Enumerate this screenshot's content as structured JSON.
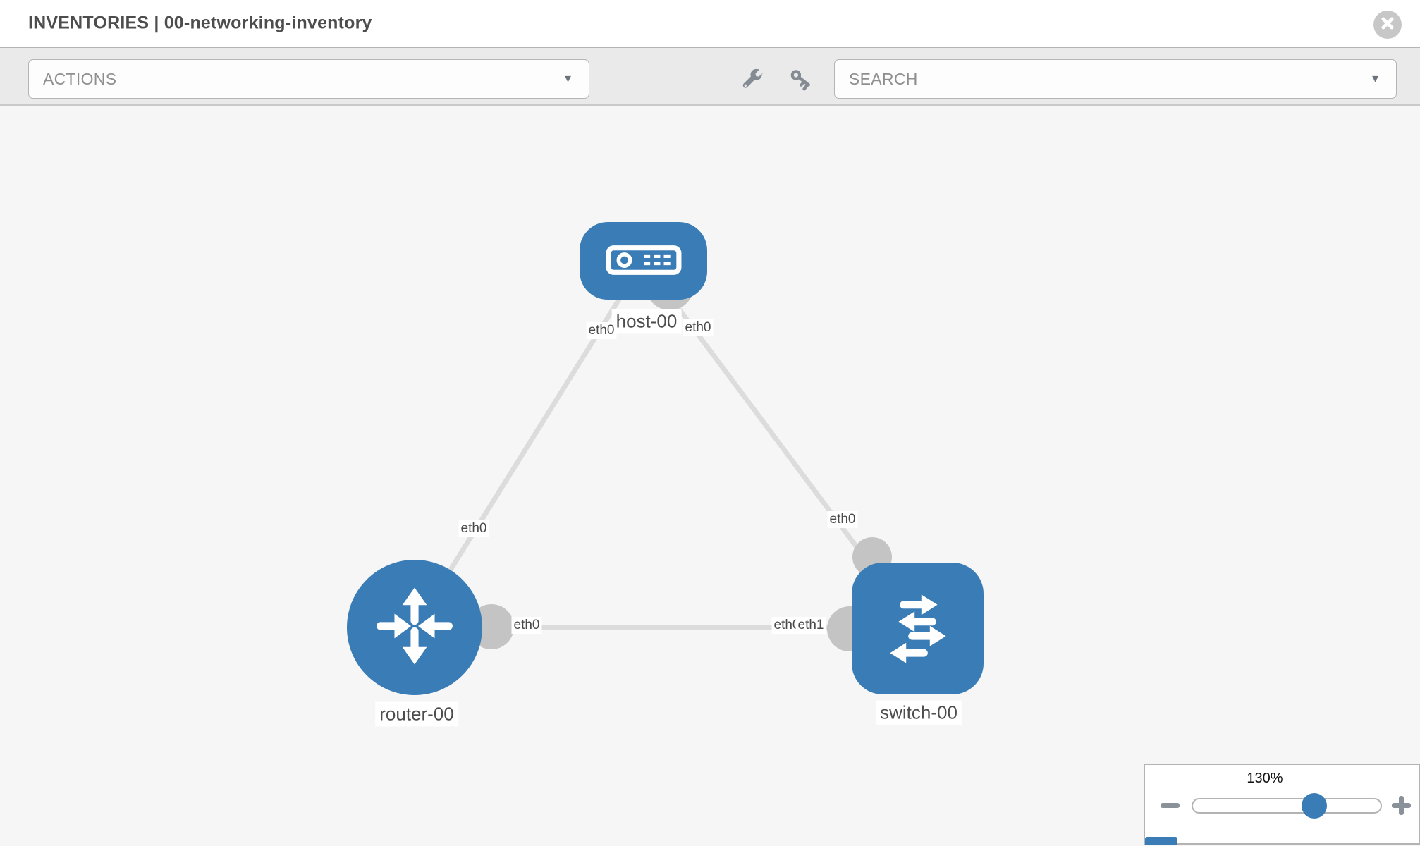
{
  "header": {
    "title": "INVENTORIES | 00-networking-inventory"
  },
  "toolbar": {
    "actions_label": "ACTIONS",
    "search_label": "SEARCH",
    "icons": [
      "wrench-icon",
      "key-icon"
    ]
  },
  "canvas": {
    "nodes": [
      {
        "id": "host-00",
        "label": "host-00",
        "type": "host",
        "icon": "host-icon"
      },
      {
        "id": "router-00",
        "label": "router-00",
        "type": "router",
        "icon": "router-icon"
      },
      {
        "id": "switch-00",
        "label": "switch-00",
        "type": "switch",
        "icon": "switch-icon"
      }
    ],
    "iface_labels": [
      {
        "text": "eth0",
        "at": "host-left"
      },
      {
        "text": "eth0",
        "at": "host-right"
      },
      {
        "text": "eth0",
        "at": "router-uplink"
      },
      {
        "text": "eth0",
        "at": "switch-uplink"
      },
      {
        "text": "eth0",
        "at": "router-switch-link-left"
      },
      {
        "text": "eth0",
        "at": "router-switch-link-right-under"
      },
      {
        "text": "eth1",
        "at": "router-switch-link-right-over"
      }
    ],
    "links": [
      {
        "from": "host-00",
        "to": "router-00"
      },
      {
        "from": "host-00",
        "to": "switch-00"
      },
      {
        "from": "router-00",
        "to": "switch-00"
      }
    ]
  },
  "zoom_panel": {
    "level": "130%"
  },
  "colors": {
    "node_blue": "#3a7cb5",
    "link_gray": "#dcdcdc",
    "iface_dot_gray": "#c4c4c4",
    "toolbar_gray": "#eaeaea",
    "canvas_gray": "#f5f6f5",
    "icon_gray": "#858b93",
    "text_dark": "#4d4d4d"
  }
}
